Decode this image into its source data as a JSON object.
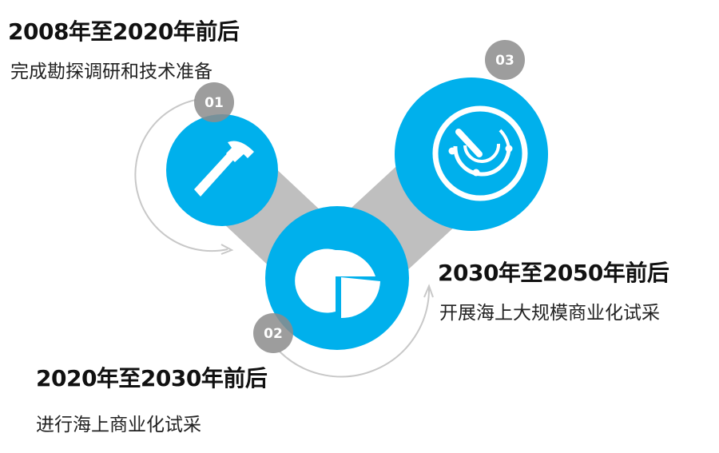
{
  "stages": [
    {
      "number": "01",
      "title": "2008年至2020年前后",
      "description": "完成勘探调研和技术准备",
      "icon": "hammer-icon"
    },
    {
      "number": "02",
      "title": "2020年至2030年前后",
      "description": "进行海上商业化试采",
      "icon": "pie-chart-icon"
    },
    {
      "number": "03",
      "title": "2030年至2050年前后",
      "description": "开展海上大规模商业化试采",
      "icon": "radar-gauge-icon"
    }
  ],
  "colors": {
    "circle": "#00b0ec",
    "connector": "#bfbfbf",
    "badge": "#8c8c8c",
    "arrow": "#c8c8c8"
  }
}
